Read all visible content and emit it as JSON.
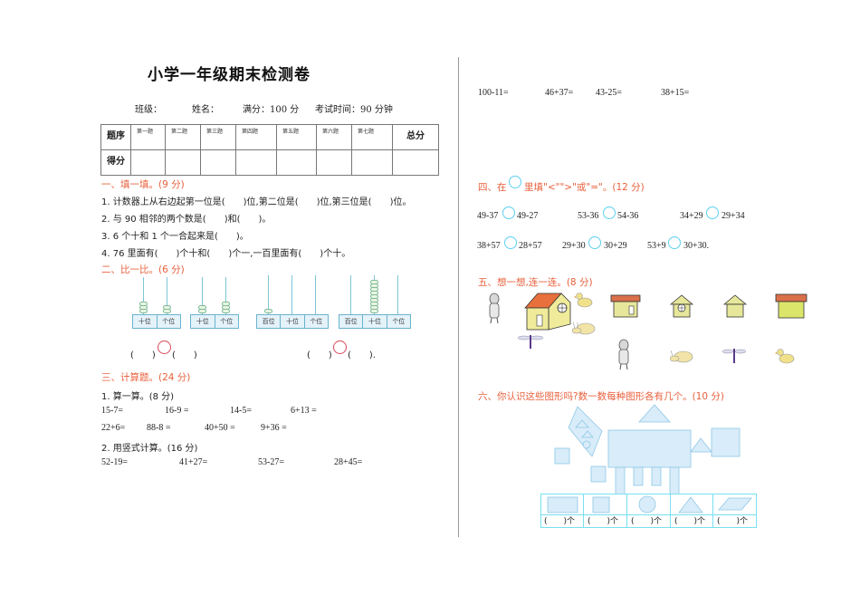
{
  "header": {
    "title": "小学一年级期末检测卷",
    "class_label": "班级：",
    "name_label": "姓名：",
    "full_score": "满分：100 分",
    "exam_time": "考试时间：90 分钟"
  },
  "score_table": {
    "row_headers": [
      "题序",
      "得分"
    ],
    "questions": [
      "第一题",
      "第二题",
      "第三题",
      "第四题",
      "第五题",
      "第六题",
      "第七题"
    ],
    "total": "总分"
  },
  "section1": {
    "title": "一、填一填。(9 分)",
    "items": [
      "1. 计数器上从右边起第一位是(　　)位,第二位是(　　)位,第三位是(　　)位。",
      "2. 与 90 相邻的两个数是(　　)和(　　)。",
      "3. 6 个十和 1 个一合起来是(　　)。",
      "4. 76 里面有(　　)个十和(　　)个一,一百里面有(　　)个十。"
    ]
  },
  "section2": {
    "title": "二、比一比。(6 分)",
    "abacus": [
      {
        "labels": [
          "十位",
          "个位"
        ],
        "beads": [
          3,
          2
        ]
      },
      {
        "labels": [
          "十位",
          "个位"
        ],
        "beads": [
          2,
          3
        ]
      },
      {
        "labels": [
          "百位",
          "十位",
          "个位"
        ],
        "beads": [
          1,
          0,
          0
        ]
      },
      {
        "labels": [
          "百位",
          "十位",
          "个位"
        ],
        "beads": [
          0,
          9,
          0
        ]
      }
    ],
    "compare_left": "(　　)",
    "compare_right": "(　　)",
    "compare_left2": "(　　)",
    "compare_right2": "(　　)."
  },
  "section3": {
    "title": "三、计算题。(24 分)",
    "sub1_title": "1. 算一算。(8 分)",
    "sub1_row1": [
      "15-7=",
      "16-9 =",
      "14-5=",
      "6+13 ="
    ],
    "sub1_row2": [
      "22+6=",
      "88-8 =",
      "40+50 =",
      "9+36 ="
    ],
    "sub2_title": "2. 用竖式计算。(16 分)",
    "sub2_row1": [
      "52-19=",
      "41+27=",
      "53-27=",
      "28+45="
    ],
    "sub2_row2": [
      "100-11=",
      "46+37=",
      "43-25=",
      "38+15="
    ]
  },
  "section4": {
    "title_pre": "四、在",
    "title_post": "里填\"<\"\">\"或\"=\"。(12 分)",
    "row1": [
      [
        "49-37",
        "49-27"
      ],
      [
        "53-36",
        "54-36"
      ],
      [
        "34+29",
        "29+34"
      ]
    ],
    "row2": [
      [
        "38+57",
        "28+57"
      ],
      [
        "29+30",
        "30+29"
      ],
      [
        "53+9",
        "30+30."
      ]
    ]
  },
  "section5": {
    "title": "五、想一想,连一连。(8 分)"
  },
  "section6": {
    "title": "六、你认识这些图形吗?数一数每种图形各有几个。(10 分)",
    "shapes": [
      "rectangle",
      "square",
      "circle",
      "triangle",
      "parallelogram"
    ],
    "count_label": "(　　)个"
  }
}
